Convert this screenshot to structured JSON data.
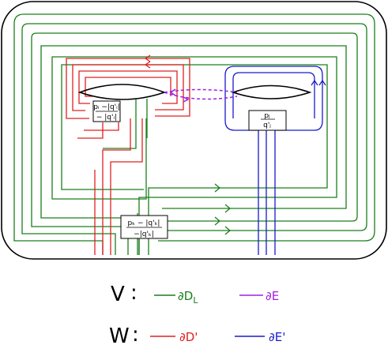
{
  "colors": {
    "green": "#1a7f1a",
    "red": "#e02020",
    "blue": "#1a1acc",
    "purple": "#a020e0",
    "black": "#000000"
  },
  "boxes": {
    "left": {
      "num": "pᵢ −|q'ᵢ|",
      "den": "− |q'ᵢ|"
    },
    "right": {
      "num": "pⱼ",
      "den": "q'ⱼ"
    },
    "bottom": {
      "num": "pₖ − |q'ₖ|",
      "den": "−|q'ₖ|"
    }
  },
  "legend": {
    "v": {
      "letter": "V",
      "colon": ":",
      "green_label": "∂D",
      "green_sub": "L",
      "purple_label": "∂E"
    },
    "w": {
      "letter": "W",
      "colon": ":",
      "red_label": "∂D'",
      "blue_label": "∂E'"
    }
  }
}
